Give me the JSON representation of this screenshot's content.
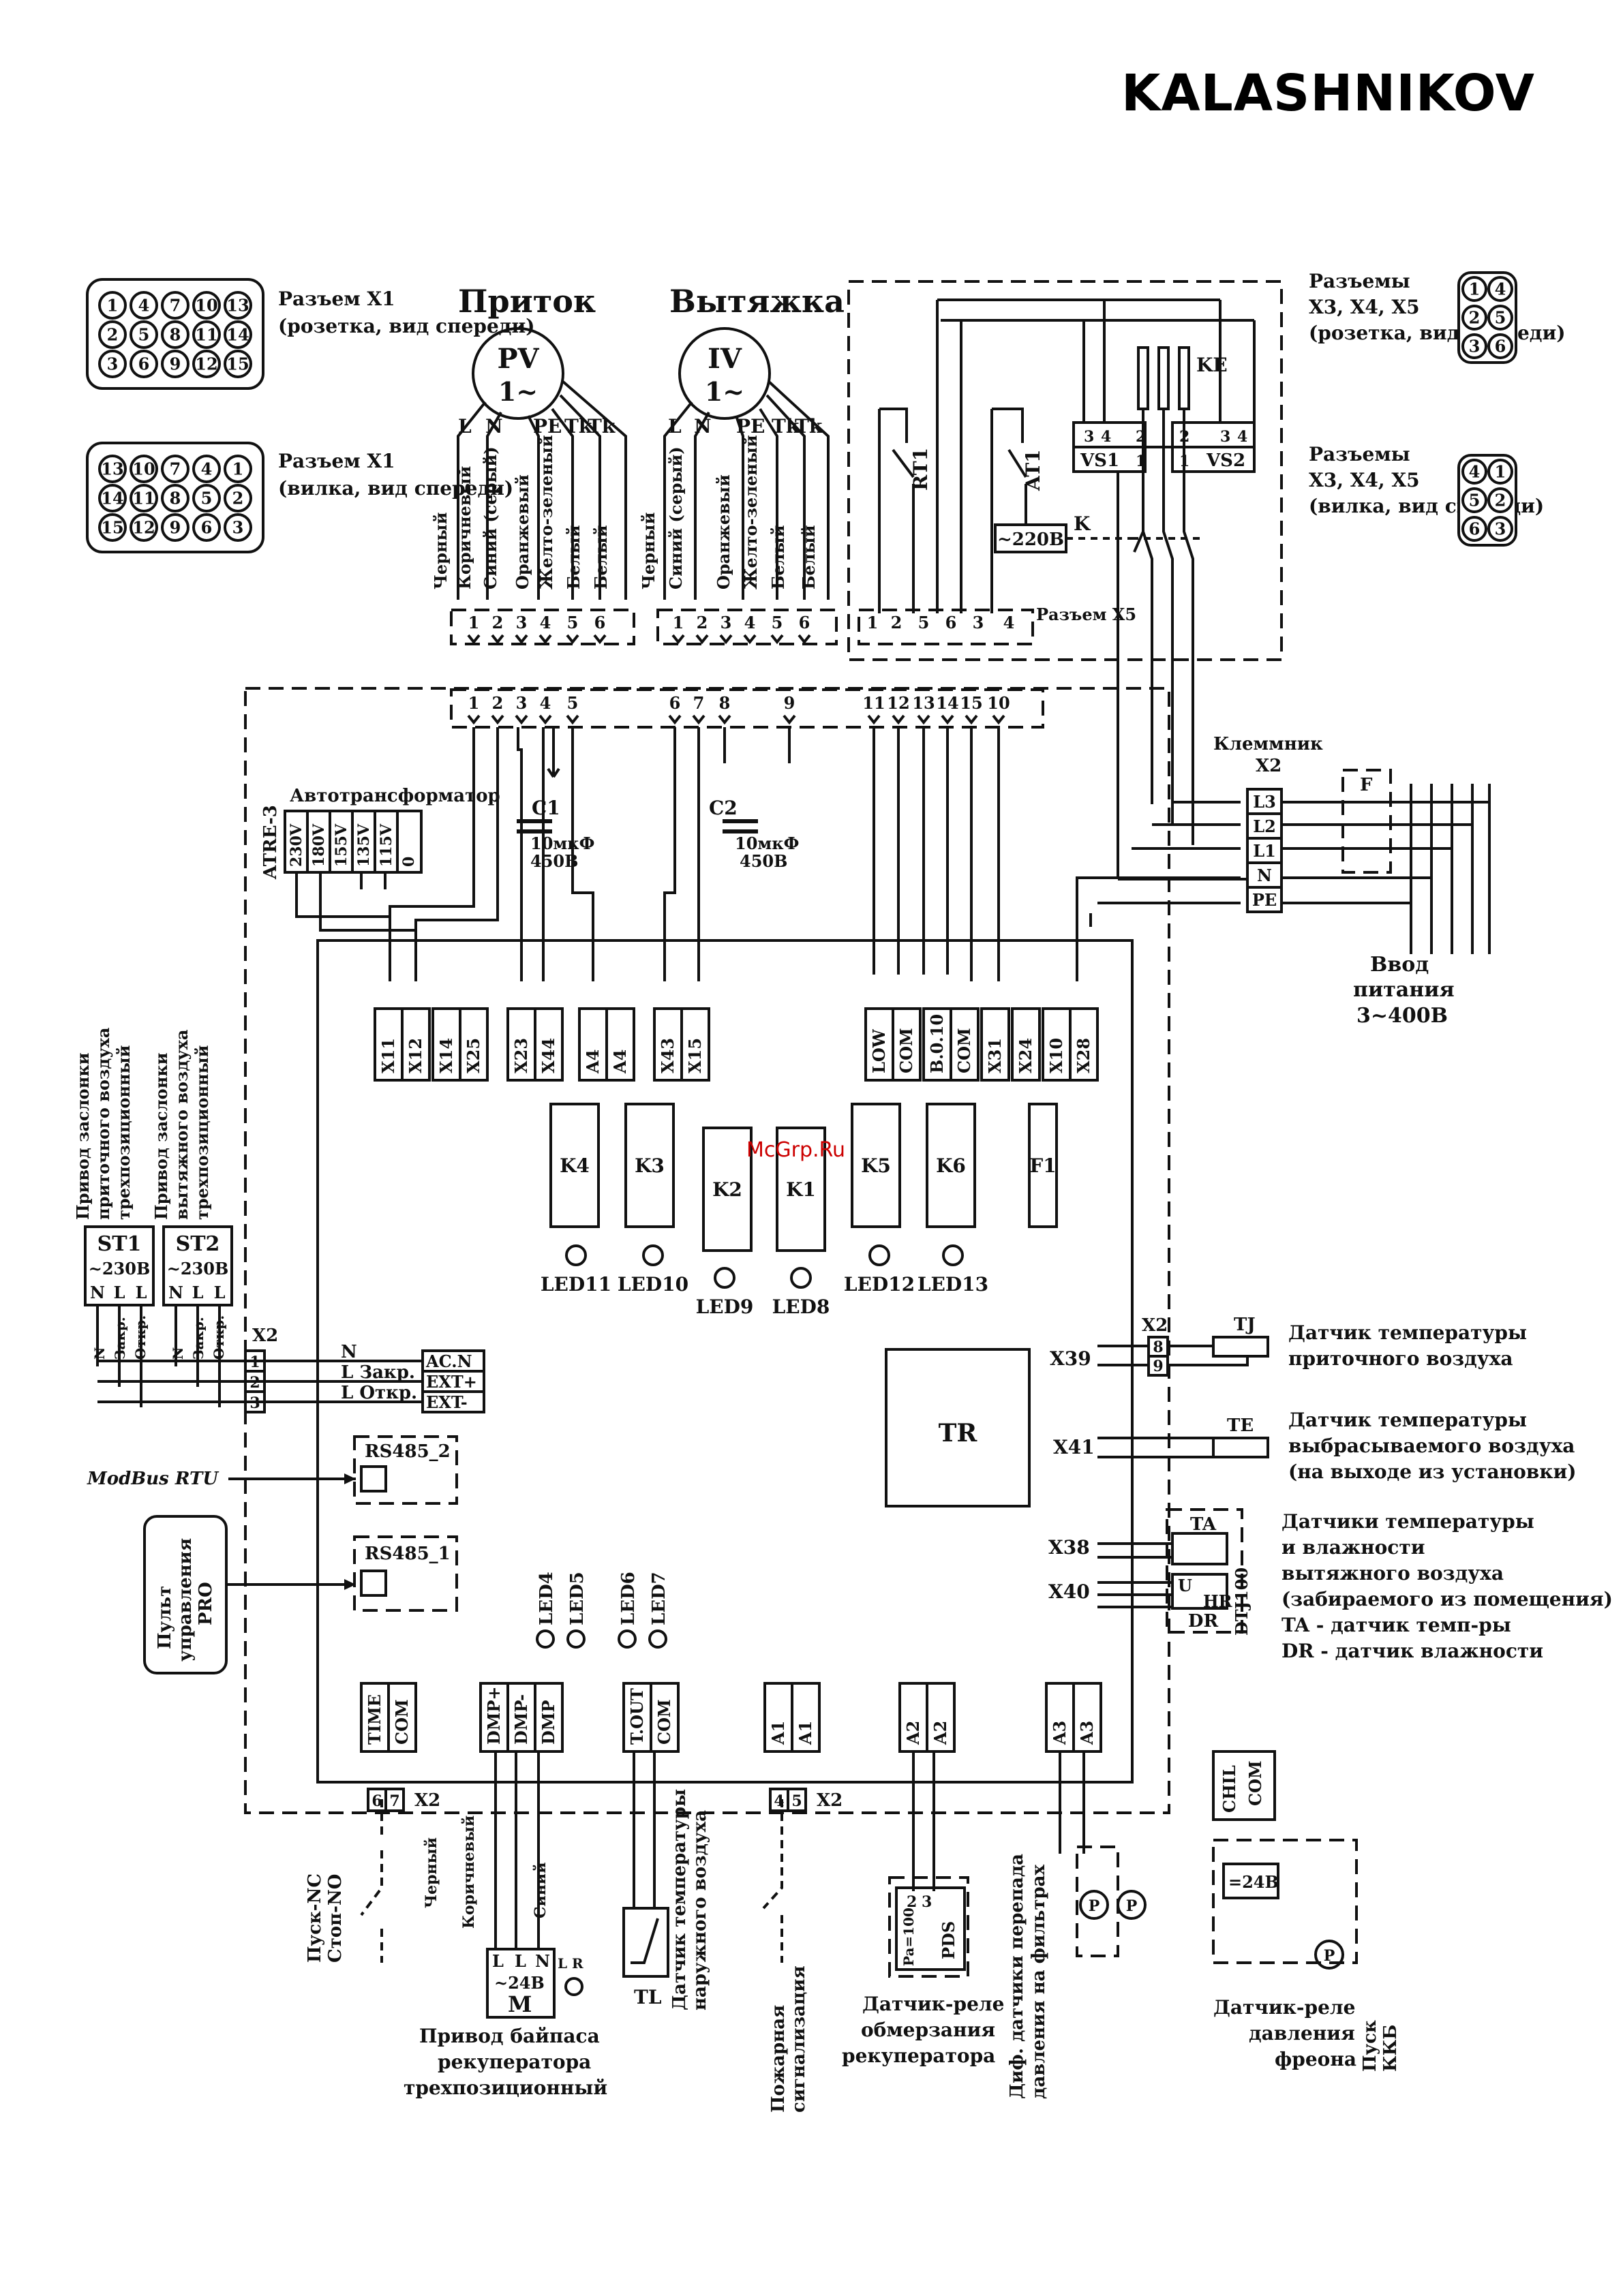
{
  "brand": "KALASHNIKOV",
  "watermark": "McGrp.Ru",
  "connector_x1_socket": {
    "title": "Разъем X1",
    "note": "(розетка, вид спереди)",
    "pins": [
      "1",
      "4",
      "7",
      "10",
      "13",
      "2",
      "5",
      "8",
      "11",
      "14",
      "3",
      "6",
      "9",
      "12",
      "15"
    ]
  },
  "connector_x1_plug": {
    "title": "Разъем X1",
    "note": "(вилка, вид спереди)",
    "pins": [
      "13",
      "10",
      "7",
      "4",
      "1",
      "14",
      "11",
      "8",
      "5",
      "2",
      "15",
      "12",
      "9",
      "6",
      "3"
    ]
  },
  "connectors_x345_socket": {
    "title": "Разъемы",
    "names": "X3, X4, X5",
    "note": "(розетка, вид спереди)",
    "pins": [
      "1",
      "4",
      "2",
      "5",
      "3",
      "6"
    ]
  },
  "connectors_x345_plug": {
    "title": "Разъемы",
    "names": "X3, X4, X5",
    "note": "(вилка, вид спереди)",
    "pins": [
      "4",
      "1",
      "5",
      "2",
      "6",
      "3"
    ]
  },
  "fans": [
    {
      "title": "Приток",
      "motor": "PV",
      "phase": "1~",
      "terminals": [
        "L",
        "N",
        "PE",
        "Tk",
        "Tk"
      ],
      "wires": [
        "Черный",
        "Коричневый",
        "Синий (серый)",
        "Оранжевый",
        "Желто-зеленый",
        "Белый",
        "Белый"
      ]
    },
    {
      "title": "Вытяжка",
      "motor": "IV",
      "phase": "1~",
      "terminals": [
        "L",
        "N",
        "PE",
        "Tk",
        "Tk"
      ],
      "wires": [
        "Черный",
        "Синий (серый)",
        "Оранжевый",
        "Желто-зеленый",
        "Белый",
        "Белый"
      ]
    }
  ],
  "connector_x5": {
    "label": "Разъем X5",
    "pins": [
      "1",
      "2",
      "5",
      "6",
      "3",
      "4"
    ]
  },
  "relay_labels": {
    "rt1": "RT1",
    "at1": "AT1",
    "supply": "~220В",
    "k": "K",
    "ke": "KE",
    "vs1": "VS1",
    "vs2": "VS2",
    "vs_pins": [
      "3",
      "4",
      "2",
      "1"
    ]
  },
  "terminal_x1_fan_pins": [
    "1",
    "2",
    "3",
    "4",
    "5",
    "6",
    "1",
    "2",
    "3",
    "4",
    "5",
    "6"
  ],
  "terminal_main_pins": [
    "1",
    "2",
    "3",
    "4",
    "5",
    "6",
    "7",
    "8",
    "9",
    "11",
    "12",
    "13",
    "14",
    "15",
    "10"
  ],
  "autotransformer": {
    "title": "Автотрансформатор",
    "model": "ATRE-3",
    "taps": [
      "230V",
      "180V",
      "155V",
      "135V",
      "115V",
      "0"
    ]
  },
  "capacitors": [
    {
      "name": "C1",
      "value": "10мкФ",
      "voltage": "450В"
    },
    {
      "name": "C2",
      "value": "10мкФ",
      "voltage": "450В"
    }
  ],
  "terminal_block": {
    "title": "Клеммник",
    "name": "X2",
    "terminals": [
      "L3",
      "L2",
      "L1",
      "N",
      "PE"
    ],
    "fuse": "F"
  },
  "power_input": {
    "line1": "Ввод",
    "line2": "питания",
    "line3": "3~400В"
  },
  "board_terminals_top": [
    "X11",
    "X12",
    "X14",
    "X25",
    "X23",
    "X44",
    "A4",
    "A4",
    "X43",
    "X15",
    "LOW",
    "COM",
    "B.0.10",
    "COM",
    "X31",
    "X24",
    "X10",
    "X28"
  ],
  "relays": [
    "K4",
    "K3",
    "K2",
    "K1",
    "K5",
    "K6",
    "F1"
  ],
  "leds_top": [
    "LED11",
    "LED10",
    "LED9",
    "LED8",
    "LED12",
    "LED13"
  ],
  "leds_mid": [
    "LED4",
    "LED5",
    "LED6",
    "LED7"
  ],
  "transformer": "TR",
  "dampers": [
    {
      "name": "ST1",
      "voltage": "~230В",
      "pins": [
        "N",
        "L",
        "L"
      ],
      "wires": [
        "N",
        "Закр.",
        "Откр."
      ],
      "desc": "Привод заслонки приточного воздуха трехпозиционный"
    },
    {
      "name": "ST2",
      "voltage": "~230В",
      "pins": [
        "N",
        "L",
        "L"
      ],
      "wires": [
        "N",
        "Закр.",
        "Откр."
      ],
      "desc": "Привод заслонки вытяжного воздуха трехпозиционный"
    }
  ],
  "x2_left": {
    "name": "X2",
    "pins": [
      "1",
      "2",
      "3"
    ],
    "wires": [
      "N",
      "L Закр.",
      "L Откр."
    ],
    "board": [
      "AC.N",
      "EXT+",
      "EXT-"
    ]
  },
  "modbus": {
    "label": "ModBus RTU",
    "port": "RS485_2"
  },
  "remote": {
    "line1": "Пульт",
    "line2": "управления",
    "line3": "PRO",
    "port": "RS485_1"
  },
  "sensors_right": [
    {
      "conn": "X39",
      "id": "TJ",
      "x2": "X2",
      "pins": [
        "8",
        "9"
      ],
      "desc": [
        "Датчик температуры",
        "приточного воздуха"
      ]
    },
    {
      "conn": "X41",
      "id": "TE",
      "desc": [
        "Датчик температуры",
        "выбрасываемого воздуха",
        "(на выходе из установки)"
      ]
    },
    {
      "conn": "X38",
      "conn2": "X40",
      "ta": "TA",
      "model": "DTJ100",
      "u": "U",
      "hr": "HR",
      "dr": "DR",
      "desc": [
        "Датчики температуры",
        "и влажности",
        "вытяжного воздуха",
        "(забираемого из помещения)",
        "TA - датчик темп-ры",
        "DR - датчик влажности"
      ]
    }
  ],
  "bottom_terminals": [
    [
      "TIME",
      "COM"
    ],
    [
      "DMP+",
      "DMP-",
      "DMP"
    ],
    [
      "T.OUT",
      "COM"
    ],
    [
      "A1",
      "A1"
    ],
    [
      "A2",
      "A2"
    ],
    [
      "A3",
      "A3"
    ]
  ],
  "x2_bottom": [
    {
      "pins": [
        "6",
        "7"
      ],
      "name": "X2"
    },
    {
      "pins": [
        "4",
        "5"
      ],
      "name": "X2"
    }
  ],
  "start_stop": [
    "Пуск-NC",
    "Стоп-NO"
  ],
  "bypass": {
    "wires": [
      "Черный",
      "Коричневый",
      "Синий"
    ],
    "pins": [
      "L",
      "L",
      "N"
    ],
    "voltage": "~24В",
    "motor": "M",
    "lr": "L R",
    "desc": [
      "Привод байпаса",
      "рекуператора",
      "трехпозиционный"
    ]
  },
  "outdoor_sensor": {
    "id": "TL",
    "desc": [
      "Датчик температуры",
      "наружного воздуха"
    ]
  },
  "fire_alarm": [
    "Пожарная",
    "сигнализация"
  ],
  "frost_relay": {
    "pins": [
      "2",
      "3"
    ],
    "pa": "Pa=100",
    "id": "PDS",
    "desc": [
      "Датчик-реле",
      "обмерзания",
      "рекуператора"
    ]
  },
  "filter_sensors": {
    "p": "P",
    "desc": [
      "Диф. датчики перепада",
      "давления на фильтрах"
    ]
  },
  "chiller": {
    "terminals": [
      "CHIL",
      "COM"
    ],
    "supply": "=24В",
    "p": "P",
    "relay_desc": [
      "Датчик-реле",
      "давления",
      "фреона"
    ],
    "start": [
      "Пуск",
      "ККБ"
    ]
  }
}
